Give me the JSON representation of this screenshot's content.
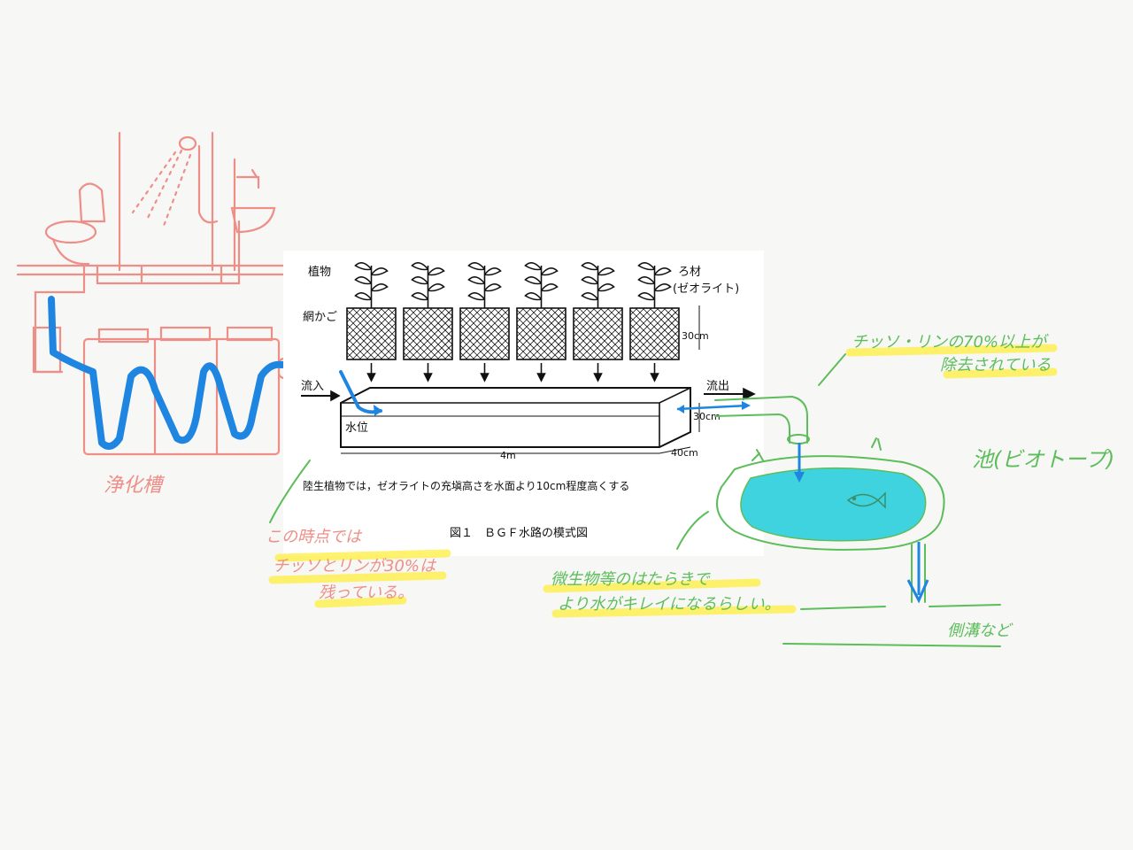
{
  "figure": {
    "labels": {
      "plants": "植物",
      "media": "ろ材",
      "zeolite": "(ゼオライト)",
      "net_basket": "網かご",
      "height_basket": "30cm",
      "inflow": "流入",
      "outflow": "流出",
      "water_level": "水位",
      "height_channel": "30cm",
      "length": "4m",
      "width": "40cm"
    },
    "note": "陸生植物では，ゼオライトの充塡高さを水面より10cm程度高くする",
    "caption": "図１　ＢＧＦ水路の模式図"
  },
  "annotations": {
    "septic_tank": "浄化槽",
    "remaining_line1": "この時点では",
    "remaining_line2": "チッソとリンが30%は",
    "remaining_line3": "残っている。",
    "removed_line1": "チッソ・リンの70%以上が",
    "removed_line2": "除去されている",
    "pond": "池(ビオトープ)",
    "microbes_line1": "微生物等のはたらきで",
    "microbes_line2": "より水がキレイになるらしい。",
    "ditch": "側溝など"
  },
  "colors": {
    "septic_sketch": "#ee8f87",
    "water_flow": "#1e86e0",
    "pond_sketch": "#5dbd5b",
    "pond_fill": "#3fd3e0",
    "highlight": "#fff04a",
    "ink": "#111111"
  }
}
